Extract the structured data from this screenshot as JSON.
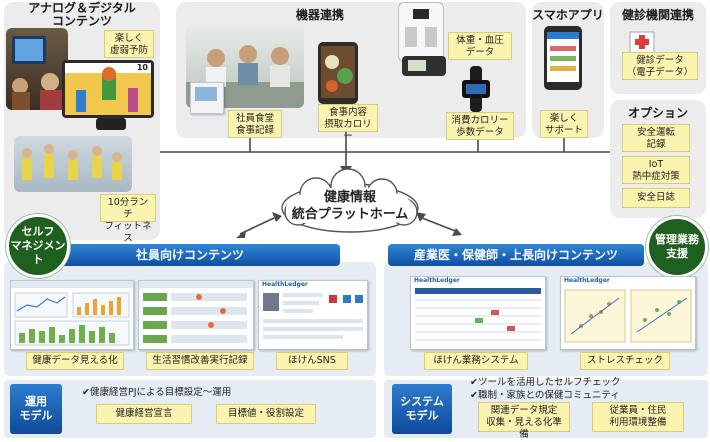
{
  "analog": {
    "title_line1": "アナログ＆デジタル",
    "title_line2": "コンテンツ",
    "tag_frailty": "楽しく\n虚弱予防",
    "tag_fitness": "10分ランチ\nフィットネス",
    "screen_score": "10"
  },
  "devices": {
    "title": "機器連携",
    "tag_cafeteria": "社員食堂\n食事記録",
    "tag_meal": "食事内容\n摂取カロリー",
    "tag_weight": "体重・血圧\nデータ",
    "tag_calorie": "消費カロリー\n歩数データ"
  },
  "app": {
    "title": "スマホアプリ",
    "tag": "楽しく\nサポート"
  },
  "health_org": {
    "title": "健診機関連携",
    "tag": "健診データ\n（電子データ）"
  },
  "options": {
    "title": "オプション",
    "items": [
      "安全運転\n記録",
      "IoT\n熱中症対策",
      "安全日誌"
    ]
  },
  "hub": {
    "line1": "健康情報",
    "line2": "統合プラットホーム"
  },
  "self_management": "セルフ\nマネジメント",
  "admin_support": "管理業務\n支援",
  "employee": {
    "title": "社員向けコンテンツ",
    "items": [
      "健康データ見える化",
      "生活習慣改善実行記録",
      "ほけんSNS"
    ]
  },
  "staff": {
    "title": "産業医・保健師・上長向けコンテンツ",
    "items": [
      "ほけん業務システム",
      "ストレスチェック"
    ]
  },
  "operation_model": {
    "label": "運用\nモデル",
    "note": "✔健康経営PJによる目標設定～運用",
    "items": [
      "健康経営宣言",
      "目標値・役割設定"
    ]
  },
  "system_model": {
    "label": "システム\nモデル",
    "note1": "✔ツールを活用したセルフチェック",
    "note2": "✔職制・家族との保健コミュニティ",
    "items": [
      "関連データ規定\n収集・見える化準備",
      "従業員・住民\n利用環境整備"
    ]
  },
  "screens": {
    "brand": "HealthLedger"
  }
}
